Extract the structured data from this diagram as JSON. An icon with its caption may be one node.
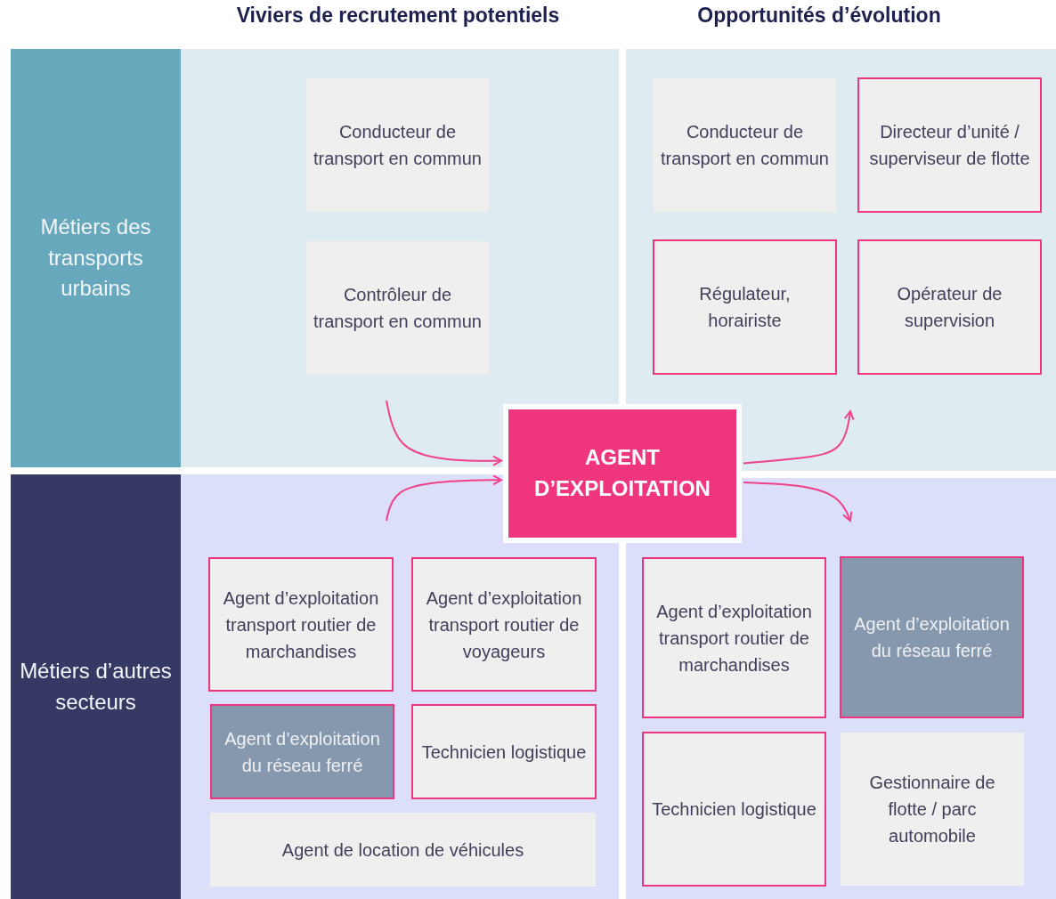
{
  "diagram": {
    "nodes": [
      {
        "text": [
          "Métiers des transports urbains"
        ]
      },
      {
        "text": [
          "Métiers d’autres secteurs"
        ]
      },
      {
        "text": [],
        "shape": "box"
      },
      {
        "text": [],
        "shape": "box"
      },
      {
        "text": [],
        "shape": "box"
      },
      {
        "text": [],
        "shape": "box"
      },
      {
        "text": [
          "Conducteur de transport en commun"
        ],
        "in": 2
      },
      {
        "text": [
          "Contrôleur de transport en commun"
        ],
        "in": 2
      },
      {
        "text": [
          "Conducteur de transport en commun"
        ],
        "in": 3
      },
      {
        "text": [
          "Directeur d’unité / superviseur de flotte"
        ],
        "in": 3
      },
      {
        "text": [
          "Régulateur, horairiste"
        ],
        "in": 3
      },
      {
        "text": [
          "Opérateur de supervision"
        ],
        "in": 3
      },
      {
        "text": [
          "AGENT D’EXPLOITATION"
        ]
      },
      {
        "text": [
          "Agent d’exploitation transport routier de marchandises"
        ],
        "in": 4
      },
      {
        "text": [
          "Agent d’exploitation transport routier de voyageurs"
        ],
        "in": 4
      },
      {
        "text": [
          "Agent d’exploitation du réseau ferré"
        ],
        "in": 4
      },
      {
        "text": [
          "Technicien logistique"
        ],
        "in": 4
      },
      {
        "text": [
          "Agent de location de véhicules"
        ],
        "in": 4
      },
      {
        "text": [
          "Agent d’exploitation transport routier de marchandises"
        ],
        "in": 5
      },
      {
        "text": [
          "Agent d’exploitation du réseau ferré"
        ],
        "in": 5
      },
      {
        "text": [
          "Technicien logistique"
        ],
        "in": 5
      },
      {
        "text": [
          "Gestionnaire de flotte / parc automobile"
        ],
        "in": 5
      }
    ],
    "edges": [
      {
        "from": null,
        "to": 12,
        "arrow": "to"
      },
      {
        "from": null,
        "to": 12,
        "arrow": "to"
      },
      {
        "from": 12,
        "to": null,
        "arrow": "to"
      },
      {
        "from": 12,
        "to": null,
        "arrow": "to"
      }
    ],
    "labels": [
      "Viviers de recrutement potentiels",
      "Opportunités d’évolution"
    ]
  }
}
